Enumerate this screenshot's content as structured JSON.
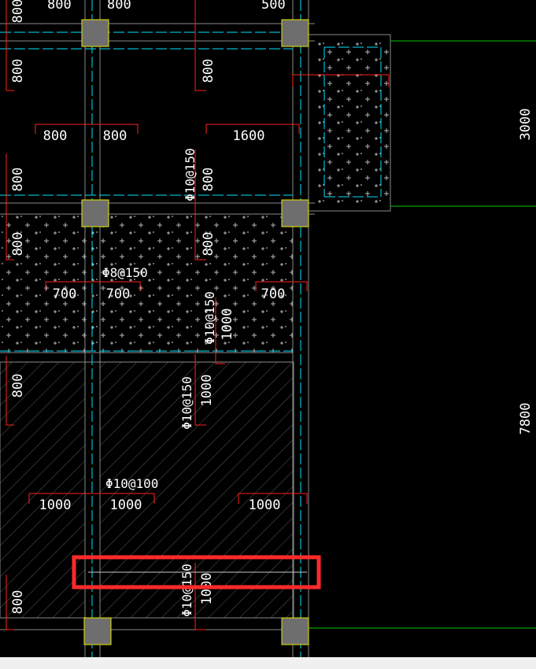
{
  "colors": {
    "background": "#000000",
    "column_fill": "#6e6e6e",
    "column_border": "#e8e800",
    "rebar_red": "#ff2020",
    "axis_cyan": "#00e5ff",
    "dimension_green": "#00c800",
    "text": "#ffffff",
    "highlight": "#ff2a2a",
    "status_bar": "#f0f0f0"
  },
  "drawing": {
    "top_labels": [
      "800",
      "800",
      "500"
    ],
    "upper_bay": {
      "left_lengths": [
        "800",
        "800"
      ],
      "span_labels": [
        "800",
        "800",
        "1600"
      ],
      "rebar_spec": "Φ10@150",
      "rebar_length": "800"
    },
    "middle_bay": {
      "left_lengths": [
        "800",
        "800"
      ],
      "rebar_spec_h": "Φ8@150",
      "span_labels": [
        "700",
        "700",
        "700"
      ],
      "rebar_spec_v": "Φ10@150",
      "rebar_length": "1000"
    },
    "lower_bay": {
      "left_length": "800",
      "rebar_spec_v": "Φ10@150",
      "rebar_length_v": "1000",
      "rebar_spec_h": "Φ10@100",
      "span_labels": [
        "1000",
        "1000",
        "1000"
      ],
      "bottom_left_length": "800",
      "selected_rebar_spec": "Φ10@150",
      "selected_rebar_length": "1000"
    },
    "dimensions": {
      "upper_span": "3000",
      "lower_span": "7800"
    }
  }
}
